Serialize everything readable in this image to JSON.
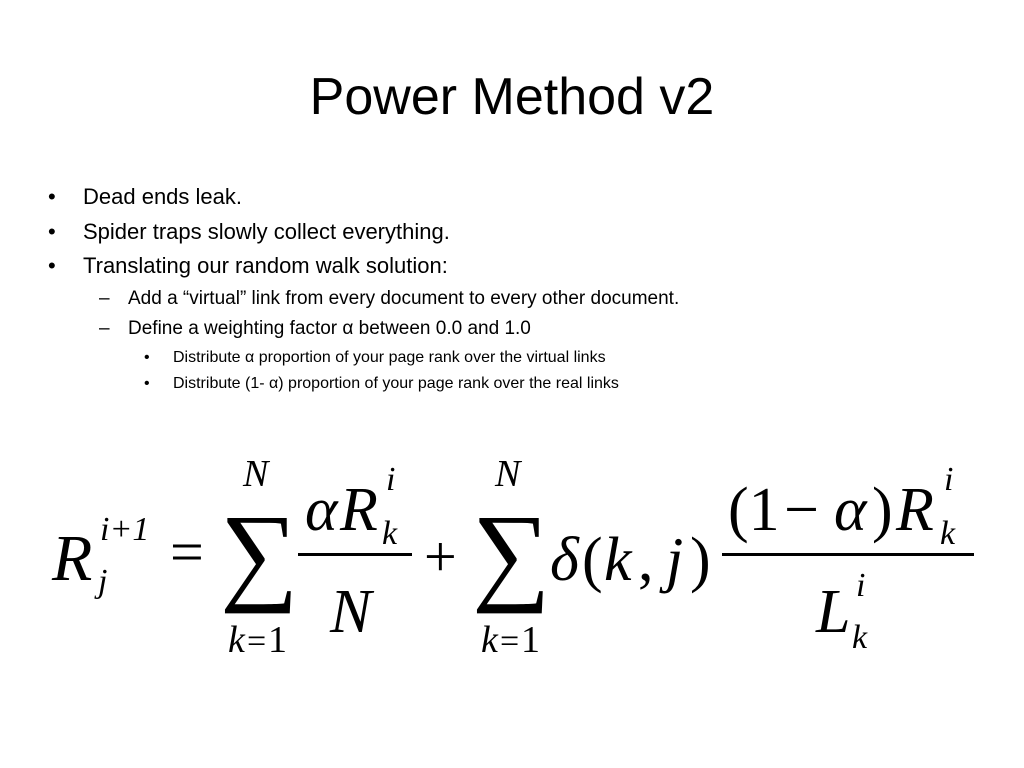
{
  "slide": {
    "title": "Power Method v2",
    "bullets": [
      {
        "level": 1,
        "marker": "•",
        "text": "Dead ends leak."
      },
      {
        "level": 1,
        "marker": "•",
        "text": "Spider traps slowly collect everything."
      },
      {
        "level": 1,
        "marker": "•",
        "text": "Translating our random walk solution:"
      },
      {
        "level": 2,
        "marker": "–",
        "text": "Add a “virtual” link from every document to every other document."
      },
      {
        "level": 2,
        "marker": "–",
        "text": "Define a weighting factor α between 0.0 and 1.0"
      },
      {
        "level": 3,
        "marker": "•",
        "text": "Distribute α proportion of your page rank over the virtual links"
      },
      {
        "level": 3,
        "marker": "•",
        "text": "Distribute (1- α) proportion of your page rank over the real links"
      }
    ]
  },
  "formula": {
    "lhs_symbol": "R",
    "lhs_superscript": "i+1",
    "lhs_subscript": "j",
    "equals": "=",
    "sum1_upper": "N",
    "sum1_lower_var": "k",
    "sum1_lower_eq": "=",
    "sum1_lower_val": "1",
    "sigma": "∑",
    "frac1_alpha": "α",
    "frac1_R": "R",
    "frac1_R_sup": "i",
    "frac1_R_sub": "k",
    "frac1_denominator": "N",
    "plus": "+",
    "sum2_upper": "N",
    "sum2_lower_var": "k",
    "sum2_lower_eq": "=",
    "sum2_lower_val": "1",
    "delta": "δ",
    "delta_open": "(",
    "delta_k": "k",
    "delta_comma": ",",
    "delta_j": "j",
    "delta_close": ")",
    "frac2_open": "(1",
    "frac2_minus": "−",
    "frac2_alpha": "α",
    "frac2_close": ")",
    "frac2_R": "R",
    "frac2_R_sup": "i",
    "frac2_R_sub": "k",
    "frac2_L": "L",
    "frac2_L_sup": "i",
    "frac2_L_sub": "k"
  }
}
